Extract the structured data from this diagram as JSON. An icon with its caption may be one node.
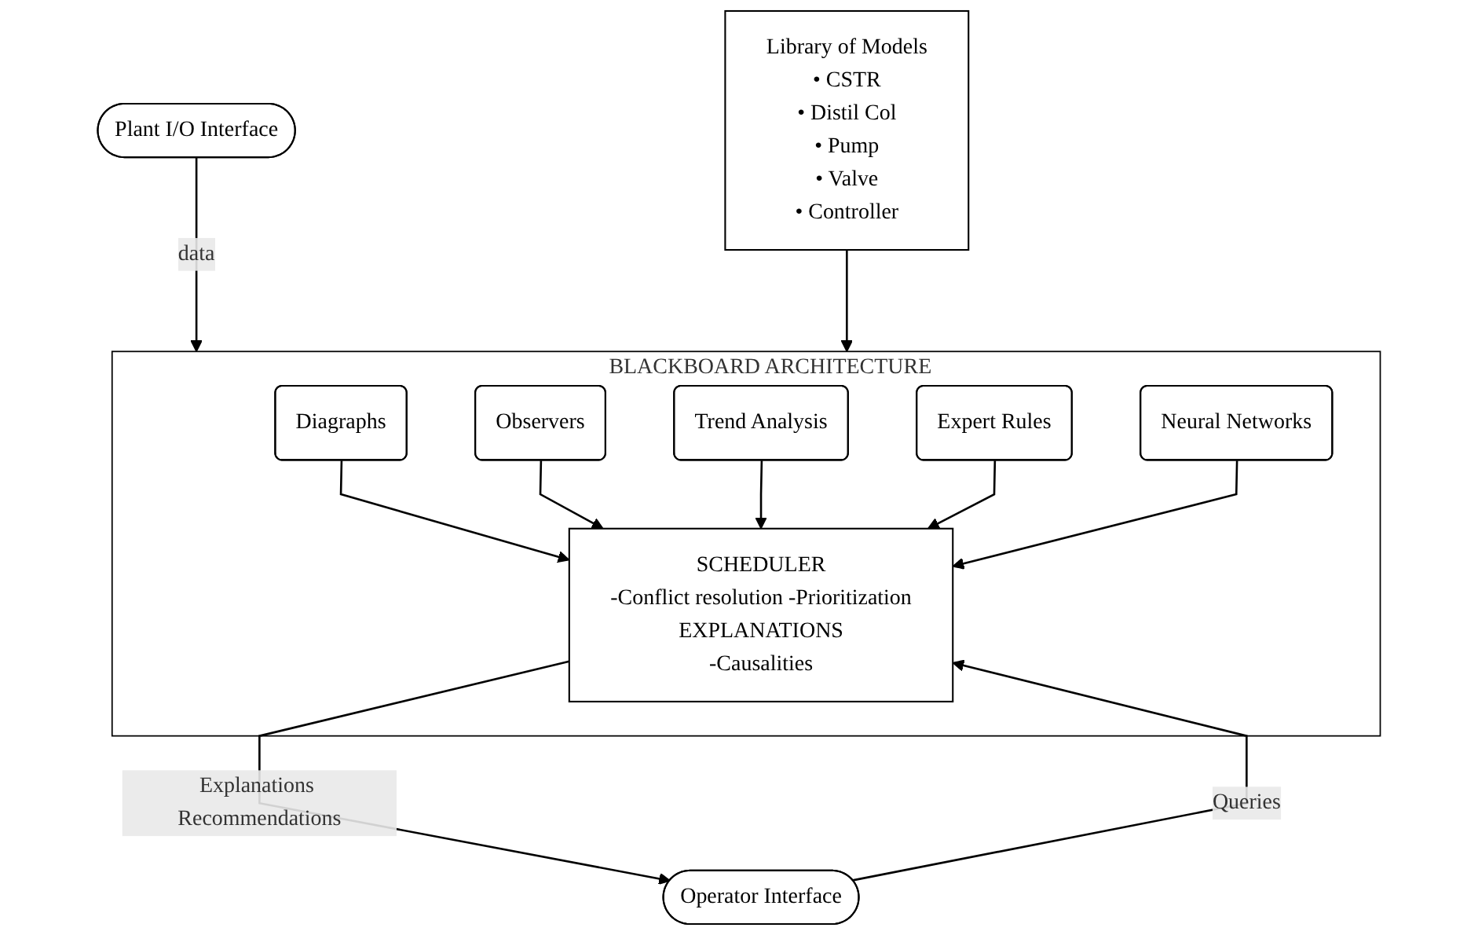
{
  "diagram": {
    "nodes": [
      {
        "text": [
          "Plant I/O Interface"
        ]
      },
      {
        "text": [
          "Library of Models",
          "• CSTR",
          "• Distil Col",
          "• Pump",
          "• Valve",
          "• Controller"
        ]
      },
      {
        "text": [
          "BLACKBOARD ARCHITECTURE"
        ]
      },
      {
        "text": [
          "Diagraphs"
        ],
        "in": 2
      },
      {
        "text": [
          "Observers"
        ],
        "in": 2
      },
      {
        "text": [
          "Trend Analysis"
        ],
        "in": 2
      },
      {
        "text": [
          "Expert Rules"
        ],
        "in": 2
      },
      {
        "text": [
          "Neural Networks"
        ],
        "in": 2
      },
      {
        "text": [
          "SCHEDULER",
          "-Conflict resolution -Prioritization",
          "EXPLANATIONS",
          "-Causalities"
        ],
        "in": 2
      },
      {
        "text": [
          "Operator Interface"
        ]
      }
    ],
    "edges": [
      {
        "from": 0,
        "to": 2,
        "arrow": "to",
        "label": "data"
      },
      {
        "from": 1,
        "to": 2,
        "arrow": "to"
      },
      {
        "from": 3,
        "to": 8,
        "arrow": "to"
      },
      {
        "from": 4,
        "to": 8,
        "arrow": "to"
      },
      {
        "from": 5,
        "to": 8,
        "arrow": "to"
      },
      {
        "from": 6,
        "to": 8,
        "arrow": "to"
      },
      {
        "from": 7,
        "to": 8,
        "arrow": "to"
      },
      {
        "from": 8,
        "to": 9,
        "arrow": "to",
        "label": "Explanations Recommendations"
      },
      {
        "from": 9,
        "to": 8,
        "arrow": "to",
        "label": "Queries"
      }
    ]
  }
}
